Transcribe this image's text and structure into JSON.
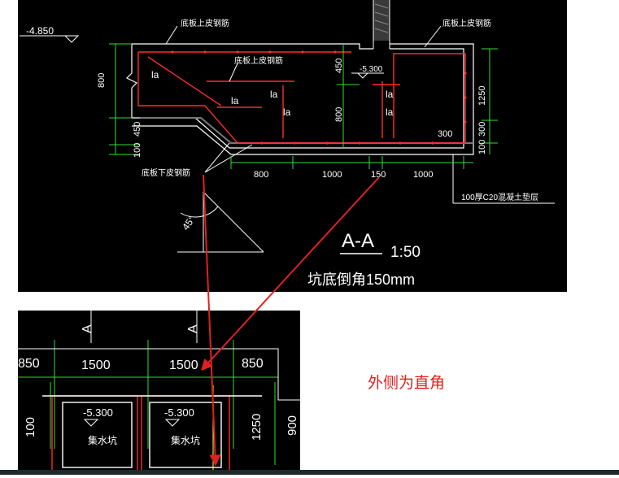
{
  "section_view": {
    "level_label": "-4.850",
    "labels": {
      "top_rebar_left": "底板上皮钢筋",
      "top_rebar_mid": "底板上皮钢筋",
      "top_rebar_right": "底板上皮钢筋",
      "bottom_rebar": "底板下皮钢筋",
      "cushion_layer": "100厚C20混凝土垫层",
      "anchor_la": "la",
      "angle": "45°",
      "pit_level": "-5.300"
    },
    "dims": {
      "d800_left": "800",
      "d450_left": "450",
      "d100_left": "100",
      "d450_mid": "450",
      "d800_mid": "800",
      "d1250": "1250",
      "d300_side": "300",
      "d100_side": "100",
      "d300_corner": "300",
      "b800": "800",
      "b1000a": "1000",
      "b150": "150",
      "b1000b": "1000"
    },
    "title": "A-A",
    "scale": "1:50",
    "note": "坑底倒角150mm"
  },
  "plan_view": {
    "section_marker_1": "A",
    "section_marker_2": "A",
    "dims": {
      "d850_left": "850",
      "d1500_a": "1500",
      "d1500_b": "1500",
      "d850_right": "850",
      "d1250": "1250",
      "d900": "900",
      "d100": "100"
    },
    "pit_level_1": "-5.300",
    "pit_level_2": "-5.300",
    "pit_name_1": "集水坑",
    "pit_name_2": "集水坑"
  },
  "annotation": "外侧为直角",
  "colors": {
    "cad_bg": "#000000",
    "outline": "#ffffff",
    "rebar": "#ff2a2a",
    "dim": "#33dd33",
    "label": "#ffff66",
    "arrow": "#e02020"
  }
}
